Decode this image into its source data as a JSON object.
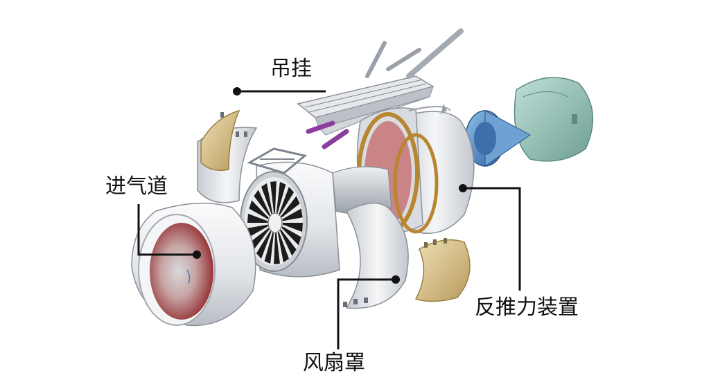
{
  "diagram": {
    "labels": {
      "pylon": "吊挂",
      "inlet": "进气道",
      "thrust_reverser": "反推力装置",
      "fan_cowl": "风扇罩"
    }
  },
  "colors": {
    "leader_line": "#111111",
    "cowl_white": "#e8ebee",
    "inlet_red": "#9e2a2a",
    "fan_blade": "#1c1c1c",
    "tan_panel": "#d6bf8a",
    "teal_nozzle": "#8fbcb2",
    "blue_cone": "#3f7fc0",
    "purple_strut": "#8a3fa0"
  }
}
